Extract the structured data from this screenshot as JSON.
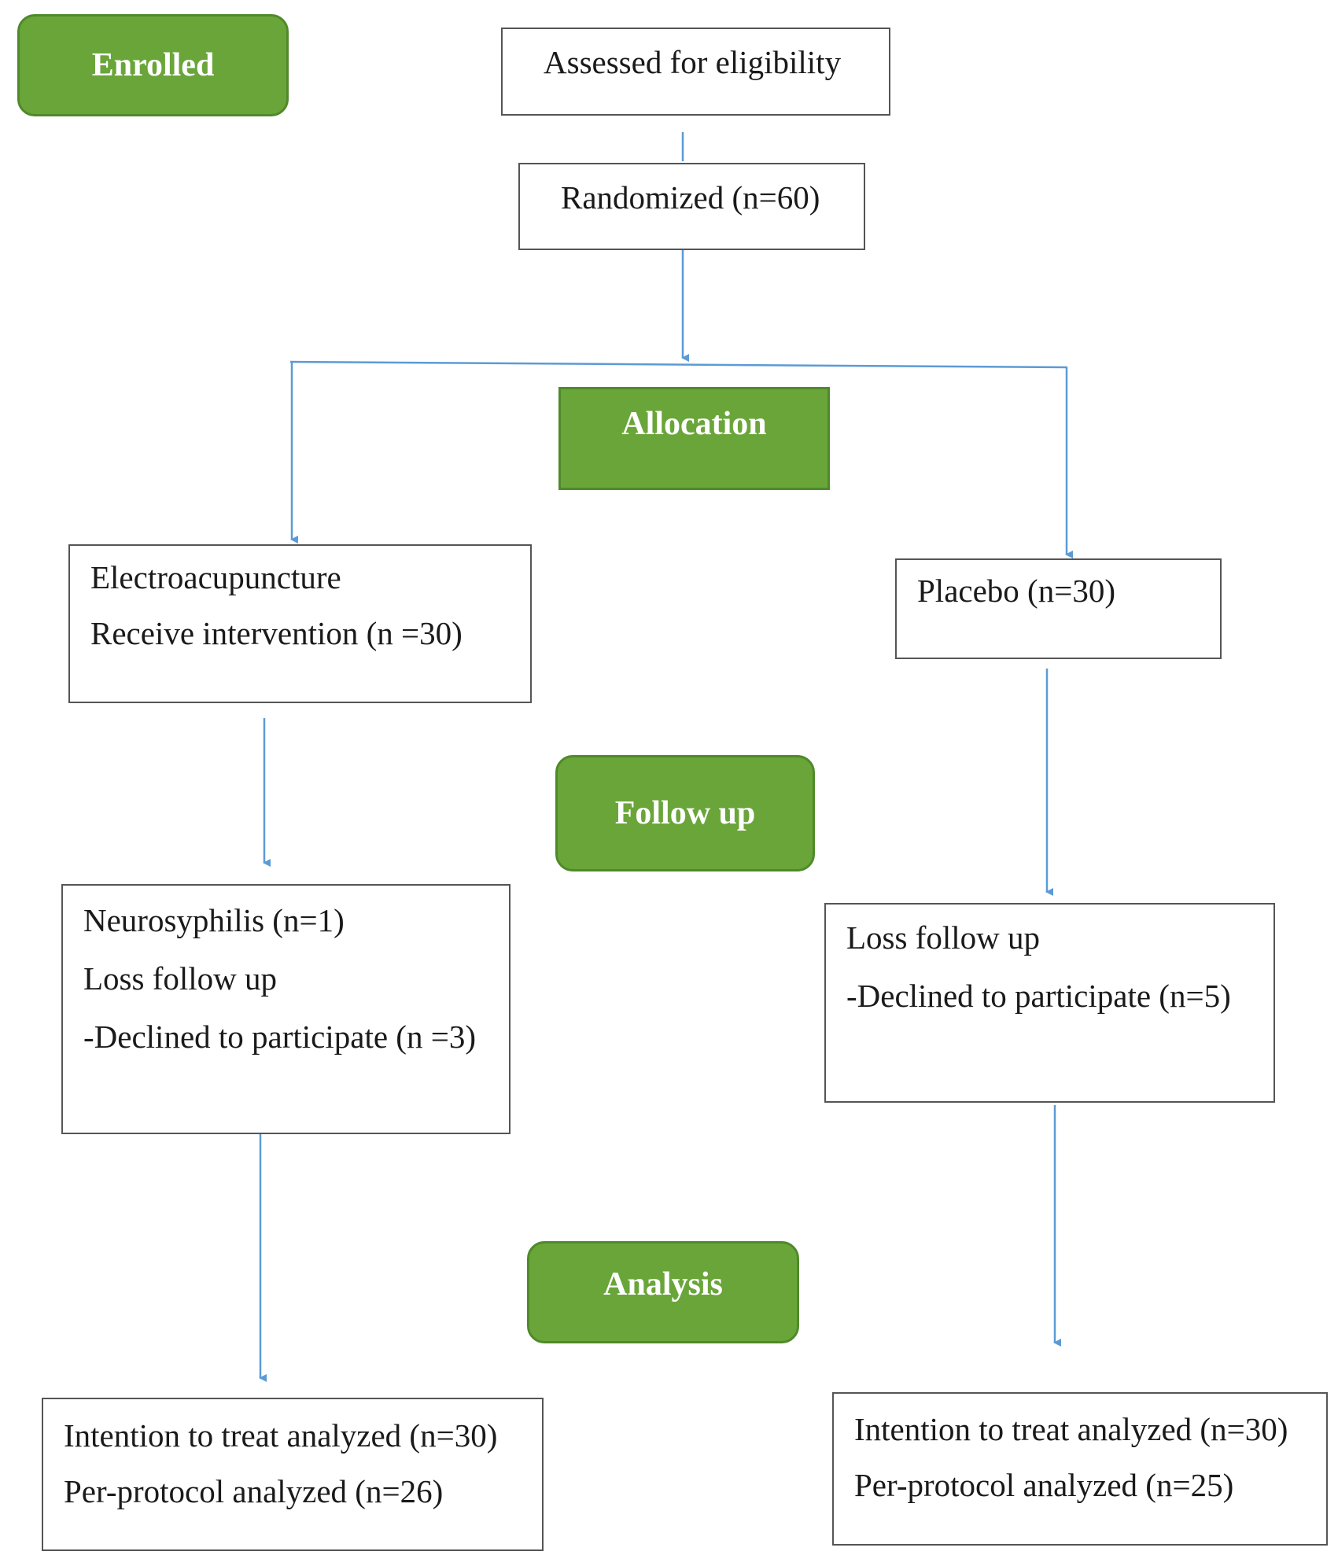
{
  "stages": {
    "enrolled": "Enrolled",
    "allocation": "Allocation",
    "follow_up": "Follow up",
    "analysis": "Analysis"
  },
  "boxes": {
    "assessed": {
      "lines": [
        "Assessed for eligibility"
      ]
    },
    "randomized": {
      "lines": [
        "Randomized (n=60)"
      ]
    },
    "electro": {
      "lines": [
        "Electroacupuncture",
        "Receive intervention (n =30)"
      ]
    },
    "placebo": {
      "lines": [
        "Placebo (n=30)"
      ]
    },
    "electro_follow": {
      "lines": [
        "Neurosyphilis (n=1)",
        "Loss follow up",
        "-Declined to participate (n =3)"
      ]
    },
    "placebo_follow": {
      "lines": [
        "Loss follow up",
        "-Declined to participate (n=5)"
      ]
    },
    "electro_analysis": {
      "lines": [
        "Intention to treat analyzed (n=30)",
        "Per-protocol analyzed (n=26)"
      ]
    },
    "placebo_analysis": {
      "lines": [
        "Intention to treat analyzed (n=30)",
        "Per-protocol  analyzed (n=25)"
      ]
    }
  },
  "colors": {
    "stage_fill": "#6aa53a",
    "stage_border": "#4f8a2a",
    "connector": "#5b9bd5",
    "box_border": "#555555"
  }
}
